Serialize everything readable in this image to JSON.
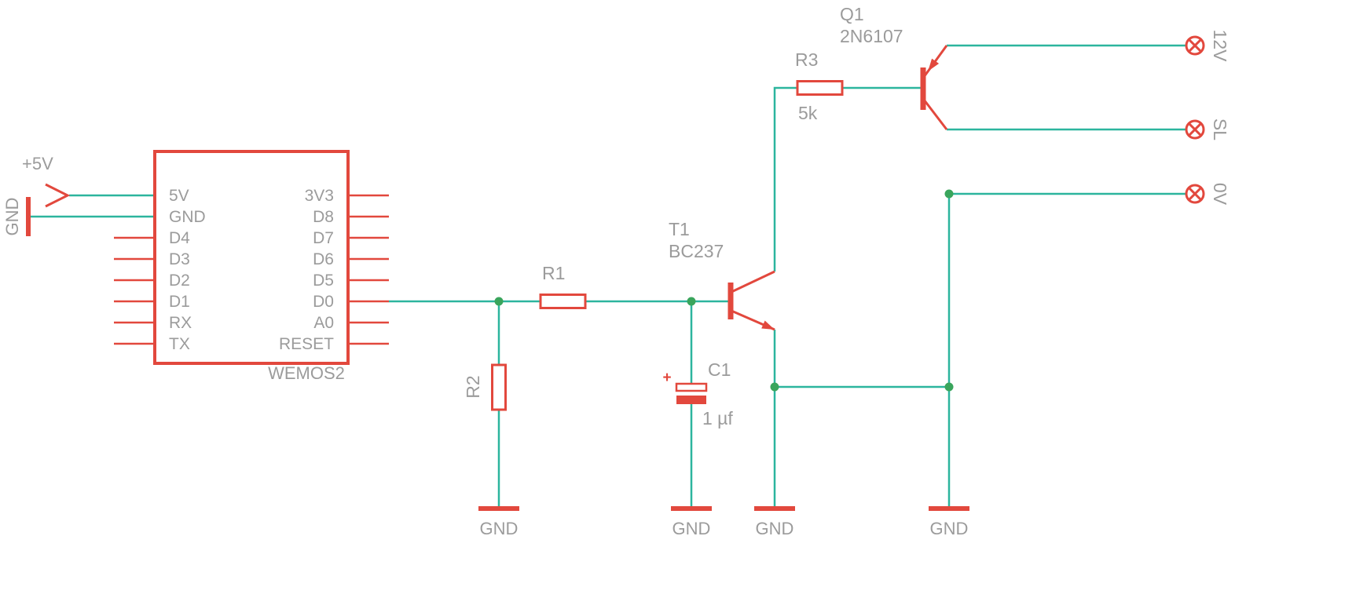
{
  "colors": {
    "wire": "#2cb59e",
    "junction": "#3aa55c",
    "symbol": "#e2483d",
    "label": "#9b9b9b",
    "bg": "#ffffff"
  },
  "power_left": {
    "vcc": "+5V",
    "gnd": "GND"
  },
  "module": {
    "name": "WEMOS2",
    "left_pins": [
      "5V",
      "GND",
      "D4",
      "D3",
      "D2",
      "D1",
      "RX",
      "TX"
    ],
    "right_pins": [
      "3V3",
      "D8",
      "D7",
      "D6",
      "D5",
      "D0",
      "A0",
      "RESET"
    ]
  },
  "components": {
    "r1": {
      "name": "R1"
    },
    "r2": {
      "name": "R2"
    },
    "r3": {
      "name": "R3",
      "value": "5k"
    },
    "c1": {
      "name": "C1",
      "value": "1 µf",
      "plus": "+"
    },
    "t1": {
      "name": "T1",
      "value": "BC237"
    },
    "q1": {
      "name": "Q1",
      "value": "2N6107"
    }
  },
  "connectors": {
    "p12v": "12V",
    "sl": "SL",
    "p0v": "0V"
  },
  "gnd_label": "GND"
}
